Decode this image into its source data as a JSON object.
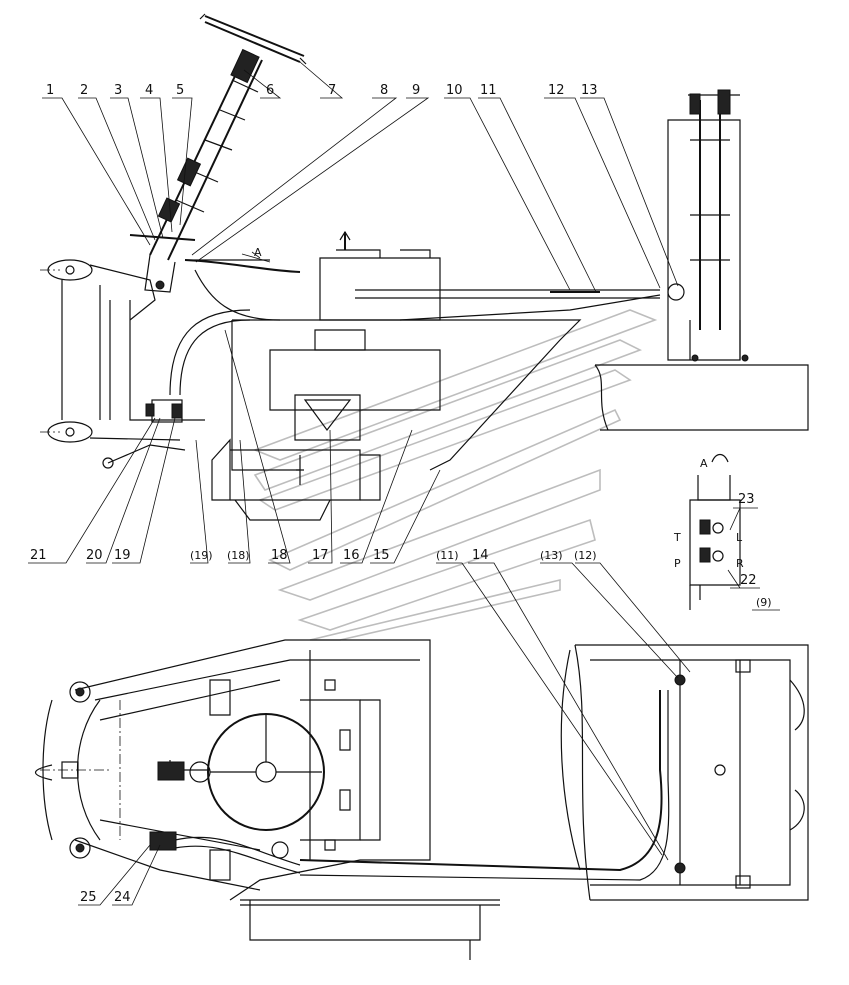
{
  "callouts_top": [
    "1",
    "2",
    "3",
    "4",
    "5",
    "6",
    "7",
    "8",
    "9",
    "10",
    "11",
    "12",
    "13"
  ],
  "callouts_mid": [
    "21",
    "20",
    "19",
    "(19)",
    "(18)",
    "18",
    "17",
    "16",
    "15",
    "(11)",
    "14",
    "(13)",
    "(12)"
  ],
  "callouts_detail": [
    "23",
    "22",
    "(9)"
  ],
  "callouts_bottom": [
    "25",
    "24"
  ],
  "view_label": "A",
  "detail_view_label": "A",
  "port_labels": {
    "t": "T",
    "l": "L",
    "p": "P",
    "r": "R"
  }
}
